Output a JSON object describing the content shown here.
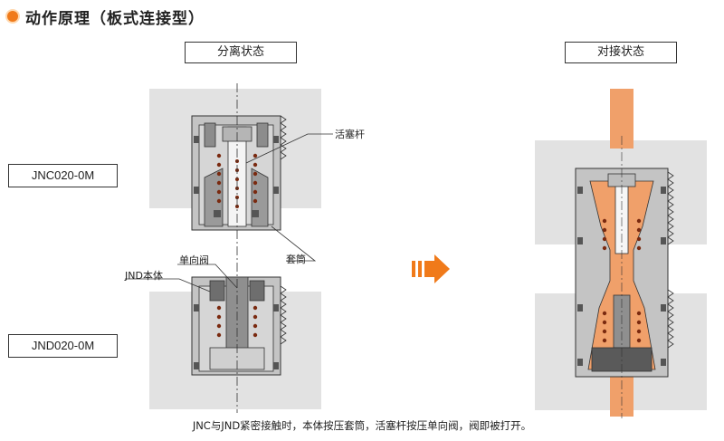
{
  "header": {
    "title": "动作原理（板式连接型）"
  },
  "states": {
    "separated": "分离状态",
    "connected": "对接状态"
  },
  "models": {
    "jnc": "JNC020-0M",
    "jnd": "JND020-0M"
  },
  "callouts": {
    "piston_rod": "活塞杆",
    "sleeve": "套筒",
    "check_valve": "单向阀",
    "jnd_body": "JND本体"
  },
  "caption": "JNC与JND紧密接触时，本体按压套筒，活塞杆按压单向阀，阀即被打开。",
  "colors": {
    "accent": "#f07a1a",
    "plate": "#e2e2e2",
    "body": "#bdbdbd",
    "flow": "#f0a06a"
  }
}
